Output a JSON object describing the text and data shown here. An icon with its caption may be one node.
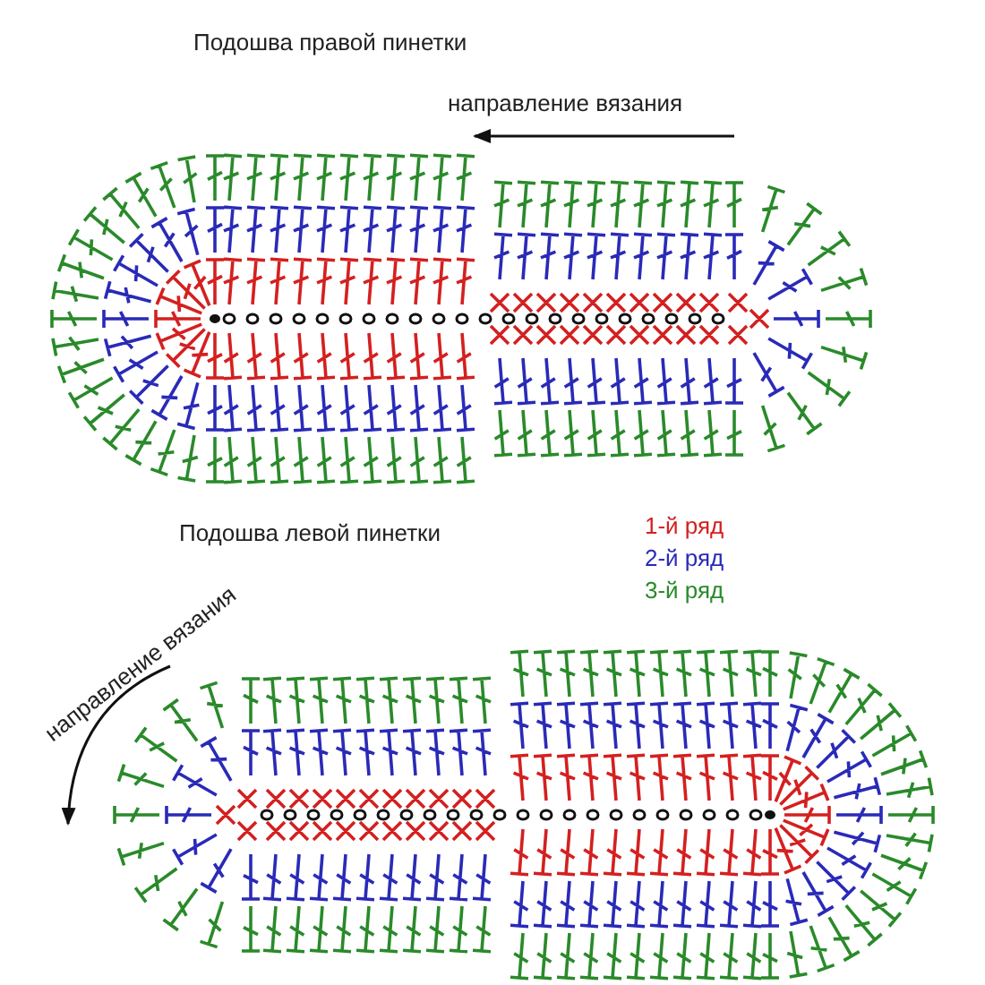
{
  "diagram": {
    "labels": [
      "Подошва правой пинетки",
      "направление вязания",
      "Подошва левой пинетки",
      "направление вязания"
    ],
    "legend": [
      {
        "text": "1-й ряд",
        "color": "#d42020"
      },
      {
        "text": "2-й ряд",
        "color": "#2a2ab8"
      },
      {
        "text": "3-й ряд",
        "color": "#2a8a2a"
      }
    ]
  }
}
